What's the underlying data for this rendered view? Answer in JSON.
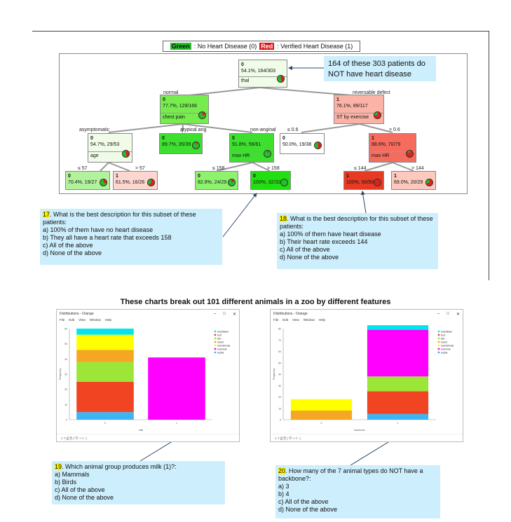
{
  "legend": {
    "green_word": "Green",
    "green_text": ": No Heart Disease (0)",
    "red_word": "Red",
    "red_text": ": Verified Heart Disease (1)"
  },
  "tree": {
    "root": {
      "cls": "0",
      "stat": "54.1%, 164/303",
      "split": "thal"
    },
    "normal": {
      "cls": "0",
      "stat": "77.7%, 129/166",
      "split": "chest pain"
    },
    "reversable": {
      "cls": "1",
      "stat": "76.1%, 89/117",
      "split": "ST by exercise"
    },
    "asymptomatic": {
      "cls": "0",
      "stat": "54.7%, 29/53",
      "split": "age"
    },
    "atypical": {
      "cls": "0",
      "stat": "89.7%, 35/39"
    },
    "nonanginal": {
      "cls": "0",
      "stat": "91.8%, 56/61",
      "split": "max HR"
    },
    "st_low": {
      "cls": "0",
      "stat": "50.0%, 19/38"
    },
    "st_high": {
      "cls": "1",
      "stat": "88.6%, 70/79",
      "split": "max HR"
    },
    "age_low": {
      "cls": "0",
      "stat": "70.4%, 19/27"
    },
    "age_high": {
      "cls": "1",
      "stat": "61.5%, 16/26"
    },
    "hr_low": {
      "cls": "0",
      "stat": "82.8%, 24/29"
    },
    "hr_high": {
      "cls": "0",
      "stat": "100%, 32/32"
    },
    "hr2_low": {
      "cls": "1",
      "stat": "100%, 50/50"
    },
    "hr2_high": {
      "cls": "1",
      "stat": "69.0%, 20/29"
    },
    "edges": {
      "normal": "normal",
      "reversable": "reversable defect",
      "asymptomatic": "asymptomatic",
      "atypical": "atypical ang",
      "nonanginal": "non-anginal",
      "st_low": "≤ 0.6",
      "st_high": "> 0.6",
      "age_low": "≤ 57",
      "age_high": "> 57",
      "hr_low": "≤ 158",
      "hr_high": "> 158",
      "hr2_low": "≤ 144",
      "hr2_high": "> 144"
    }
  },
  "callout_top": "164 of these 303 patients do NOT have heart disease",
  "q17": {
    "num": "17",
    "text": ". What is the best description for this subset of these patients:",
    "options": [
      "a)   100% of them have no heart disease",
      "b)   They all have a heart rate that exceeds 158",
      "c)   All of the above",
      "d)   None of the above"
    ]
  },
  "q18": {
    "num": "18",
    "text": ". What is the best description for this subset of these patients:",
    "options": [
      "a)   100% of them have heart disease",
      "b)   Their heart rate exceeds 144",
      "c)   All of the above",
      "d)   None of the above"
    ]
  },
  "charts_title": "These charts break out 101 different animals in a zoo by different features",
  "window": {
    "title": "Distributions - Orange",
    "menu": [
      "File",
      "Edit",
      "View",
      "Window",
      "Help"
    ],
    "controls": [
      "–",
      "□",
      "✕"
    ]
  },
  "chart_left": {
    "xlabel": "milk",
    "ylabel": "Frequency",
    "categories": [
      "0",
      "1"
    ],
    "legend": [
      "amphibian",
      "bird",
      "fish",
      "insect",
      "invertebrate",
      "mammal",
      "reptile"
    ],
    "colors": {
      "amphibian": "#00e5ee",
      "bird": "#f04423",
      "fish": "#9ce637",
      "insect": "#f5a623",
      "invertebrate": "#ffff00",
      "mammal": "#ff00ff",
      "reptile": "#3db5f5"
    }
  },
  "chart_right": {
    "xlabel": "backbone",
    "ylabel": "Frequency",
    "categories": [
      "0",
      "1"
    ],
    "legend": [
      "amphibian",
      "bird",
      "fish",
      "insect",
      "invertebrate",
      "mammal",
      "reptile"
    ]
  },
  "chart_data": [
    {
      "type": "bar",
      "xlabel": "milk",
      "ylabel": "Frequency",
      "categories": [
        "0",
        "1"
      ],
      "ylim": [
        0,
        60
      ],
      "stacked": true,
      "series": [
        {
          "name": "reptile",
          "values": [
            5,
            0
          ]
        },
        {
          "name": "bird",
          "values": [
            20,
            0
          ]
        },
        {
          "name": "fish",
          "values": [
            13,
            0
          ]
        },
        {
          "name": "insect",
          "values": [
            8,
            0
          ]
        },
        {
          "name": "invertebrate",
          "values": [
            10,
            0
          ]
        },
        {
          "name": "amphibian",
          "values": [
            4,
            0
          ]
        },
        {
          "name": "mammal",
          "values": [
            0,
            41
          ]
        }
      ]
    },
    {
      "type": "bar",
      "xlabel": "backbone",
      "ylabel": "Frequency",
      "categories": [
        "0",
        "1"
      ],
      "ylim": [
        0,
        80
      ],
      "stacked": true,
      "series": [
        {
          "name": "reptile",
          "values": [
            0,
            5
          ]
        },
        {
          "name": "bird",
          "values": [
            0,
            20
          ]
        },
        {
          "name": "fish",
          "values": [
            0,
            13
          ]
        },
        {
          "name": "insect",
          "values": [
            8,
            0
          ]
        },
        {
          "name": "invertebrate",
          "values": [
            10,
            0
          ]
        },
        {
          "name": "mammal",
          "values": [
            0,
            41
          ]
        },
        {
          "name": "amphibian",
          "values": [
            0,
            4
          ]
        }
      ]
    }
  ],
  "q19": {
    "num": "19",
    "text": ". Which animal group produces milk (1)?:",
    "options": [
      "a)   Mammals",
      "b)   Birds",
      "c)   All of the above",
      "d)   None of the above"
    ]
  },
  "q20": {
    "num": "20",
    "text": ". How many of the 7 animal types do NOT have a backbone?:",
    "options": [
      "a)   3",
      "b)   4",
      "c)   All of the above",
      "d)   None of the above"
    ]
  }
}
